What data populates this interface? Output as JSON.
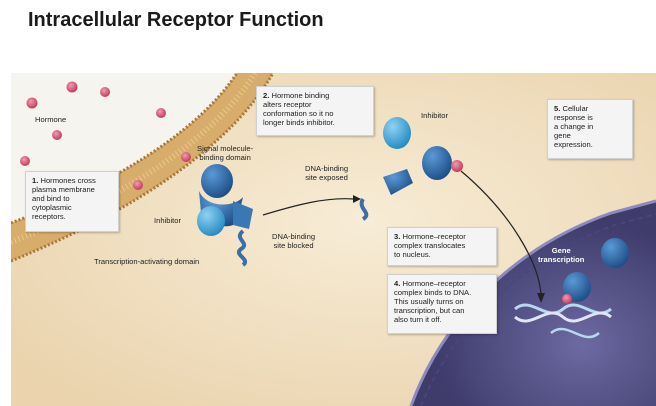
{
  "title": "Intracellular Receptor Function",
  "labels": {
    "hormone": "Hormone",
    "signal_domain_1": "Signal molecule-",
    "signal_domain_2": "binding domain",
    "inhibitor_left": "Inhibitor",
    "inhibitor_right": "Inhibitor",
    "dna_exposed_1": "DNA-binding",
    "dna_exposed_2": "site exposed",
    "dna_blocked_1": "DNA-binding",
    "dna_blocked_2": "site blocked",
    "transcription_domain": "Transcription-activating domain",
    "gene_transcription_1": "Gene",
    "gene_transcription_2": "transcription"
  },
  "steps": [
    {
      "number": "1.",
      "lines": [
        "Hormones cross",
        "plasma membrane",
        "and bind to",
        "cytoplasmic",
        "receptors."
      ]
    },
    {
      "number": "2.",
      "lines": [
        "Hormone binding",
        "alters receptor",
        "conformation so it no",
        "longer binds inhibitor."
      ]
    },
    {
      "number": "3.",
      "lines": [
        "Hormone–receptor",
        "complex translocates",
        "to nucleus."
      ]
    },
    {
      "number": "4.",
      "lines": [
        "Hormone–receptor",
        "complex binds to DNA.",
        "This usually turns on",
        "transcription, but can",
        "also turn it off."
      ]
    },
    {
      "number": "5.",
      "lines": [
        "Cellular",
        "response is",
        "a change in",
        "gene",
        "expression."
      ]
    }
  ],
  "colors": {
    "cytoplasm": "#f2e3c6",
    "membrane": "#cf9f5a",
    "nucleus": "#5d5a8f",
    "receptor": "#2f6aa8",
    "inhibitor": "#3aa3d6",
    "hormone": "#d44a6a"
  }
}
